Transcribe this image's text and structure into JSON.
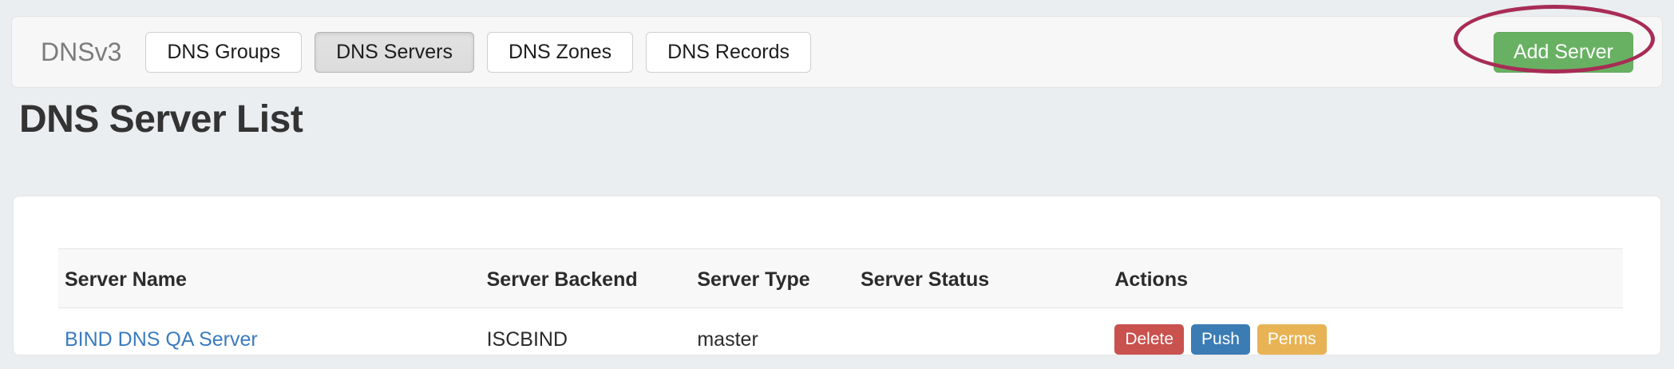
{
  "navbar": {
    "brand": "DNSv3",
    "tabs": [
      {
        "label": "DNS Groups",
        "active": false
      },
      {
        "label": "DNS Servers",
        "active": true
      },
      {
        "label": "DNS Zones",
        "active": false
      },
      {
        "label": "DNS Records",
        "active": false
      }
    ],
    "add_server_label": "Add Server",
    "add_server_color": "#68b162",
    "annotation_color": "#a82c55"
  },
  "page": {
    "title": "DNS Server List"
  },
  "table": {
    "columns": [
      "Server Name",
      "Server Backend",
      "Server Type",
      "Server Status",
      "Actions"
    ],
    "rows": [
      {
        "name": "BIND DNS QA Server",
        "backend": "ISCBIND",
        "type": "master",
        "status": "",
        "actions": [
          {
            "label": "Delete",
            "color": "#c9514e"
          },
          {
            "label": "Push",
            "color": "#3b7cb4"
          },
          {
            "label": "Perms",
            "color": "#e8b355"
          }
        ]
      }
    ]
  }
}
